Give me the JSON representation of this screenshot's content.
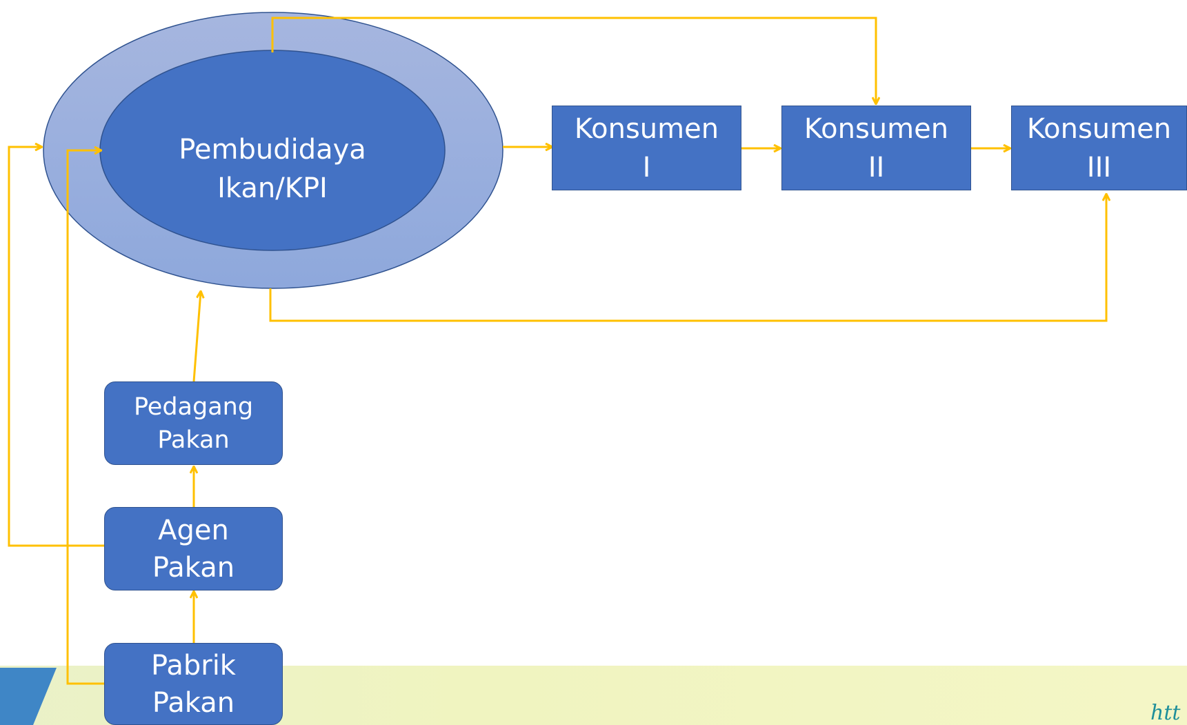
{
  "center": {
    "label": "Pembudidaya\nIkan/KPI"
  },
  "consumers": [
    {
      "label": "Konsumen\nI"
    },
    {
      "label": "Konsumen\nII"
    },
    {
      "label": "Konsumen\nIII"
    }
  ],
  "feed_chain": [
    {
      "label": "Pedagang\nPakan"
    },
    {
      "label": "Agen\nPakan"
    },
    {
      "label": "Pabrik\nPakan"
    }
  ],
  "footer": {
    "url_fragment": "htt"
  },
  "colors": {
    "box_fill": "#4472c4",
    "box_border": "#2f528f",
    "outer_ellipse": "#8faadc",
    "arrow": "#ffc000"
  }
}
